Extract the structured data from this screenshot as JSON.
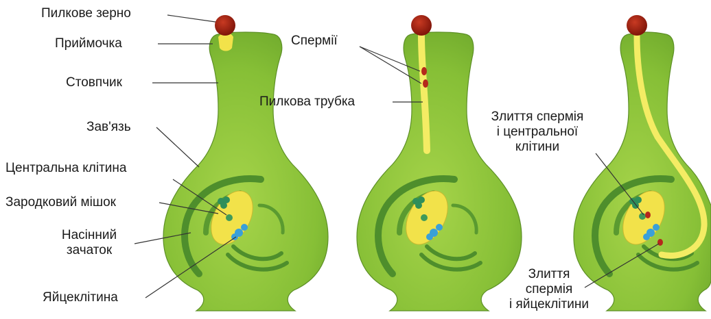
{
  "labels": {
    "pollen_grain": "Пилкове зерно",
    "stigma": "Приймочка",
    "style": "Стовпчик",
    "ovary": "Зав'язь",
    "central_cell": "Центральна клітина",
    "embryo_sac": "Зародковий мішок",
    "ovule_line1": "Насінний",
    "ovule_line2": "зачаток",
    "egg_cell": "Яйцеклітина",
    "sperms": "Спермії",
    "pollen_tube": "Пилкова трубка",
    "fusion_central_line1": "Злиття спермія",
    "fusion_central_line2": "і центральної",
    "fusion_central_line3": "клітини",
    "fusion_egg_line1": "Злиття",
    "fusion_egg_line2": "спермія",
    "fusion_egg_line3": "і яйцеклітини"
  },
  "colors": {
    "pistil_fill": "#8cc43c",
    "pistil_dark": "#5e9a2a",
    "ovule_ring": "#4a8a2c",
    "embryo_sac": "#f2e24a",
    "pollen": "#9b1a10",
    "tube": "#f4ec64",
    "nucleus_green": "#2f8f5a",
    "nucleus_blue": "#3aa0d8",
    "sperm": "#b5281c"
  }
}
